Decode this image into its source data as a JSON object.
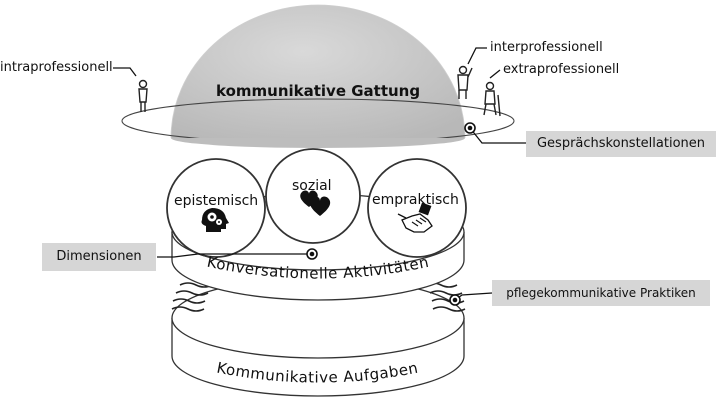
{
  "dome": {
    "label": "kommunikative Gattung"
  },
  "roles": {
    "intra": "intraprofessionell",
    "inter": "interprofessionell",
    "extra": "extraprofessionell"
  },
  "callouts": {
    "gespraech": "Gesprächskonstellationen",
    "dimensionen": "Dimensionen",
    "praktiken": "pflegekommunikative Praktiken"
  },
  "dimensions": {
    "epistemisch": {
      "label": "epistemisch",
      "icon": "head-gears-icon"
    },
    "sozial": {
      "label": "sozial",
      "icon": "two-hearts-icon"
    },
    "empraktisch": {
      "label": "empraktisch",
      "icon": "handshake-icon"
    }
  },
  "rings": {
    "aktivitaeten": "Konversationelle Aktivitäten",
    "aufgaben": "Kommunikative Aufgaben"
  }
}
